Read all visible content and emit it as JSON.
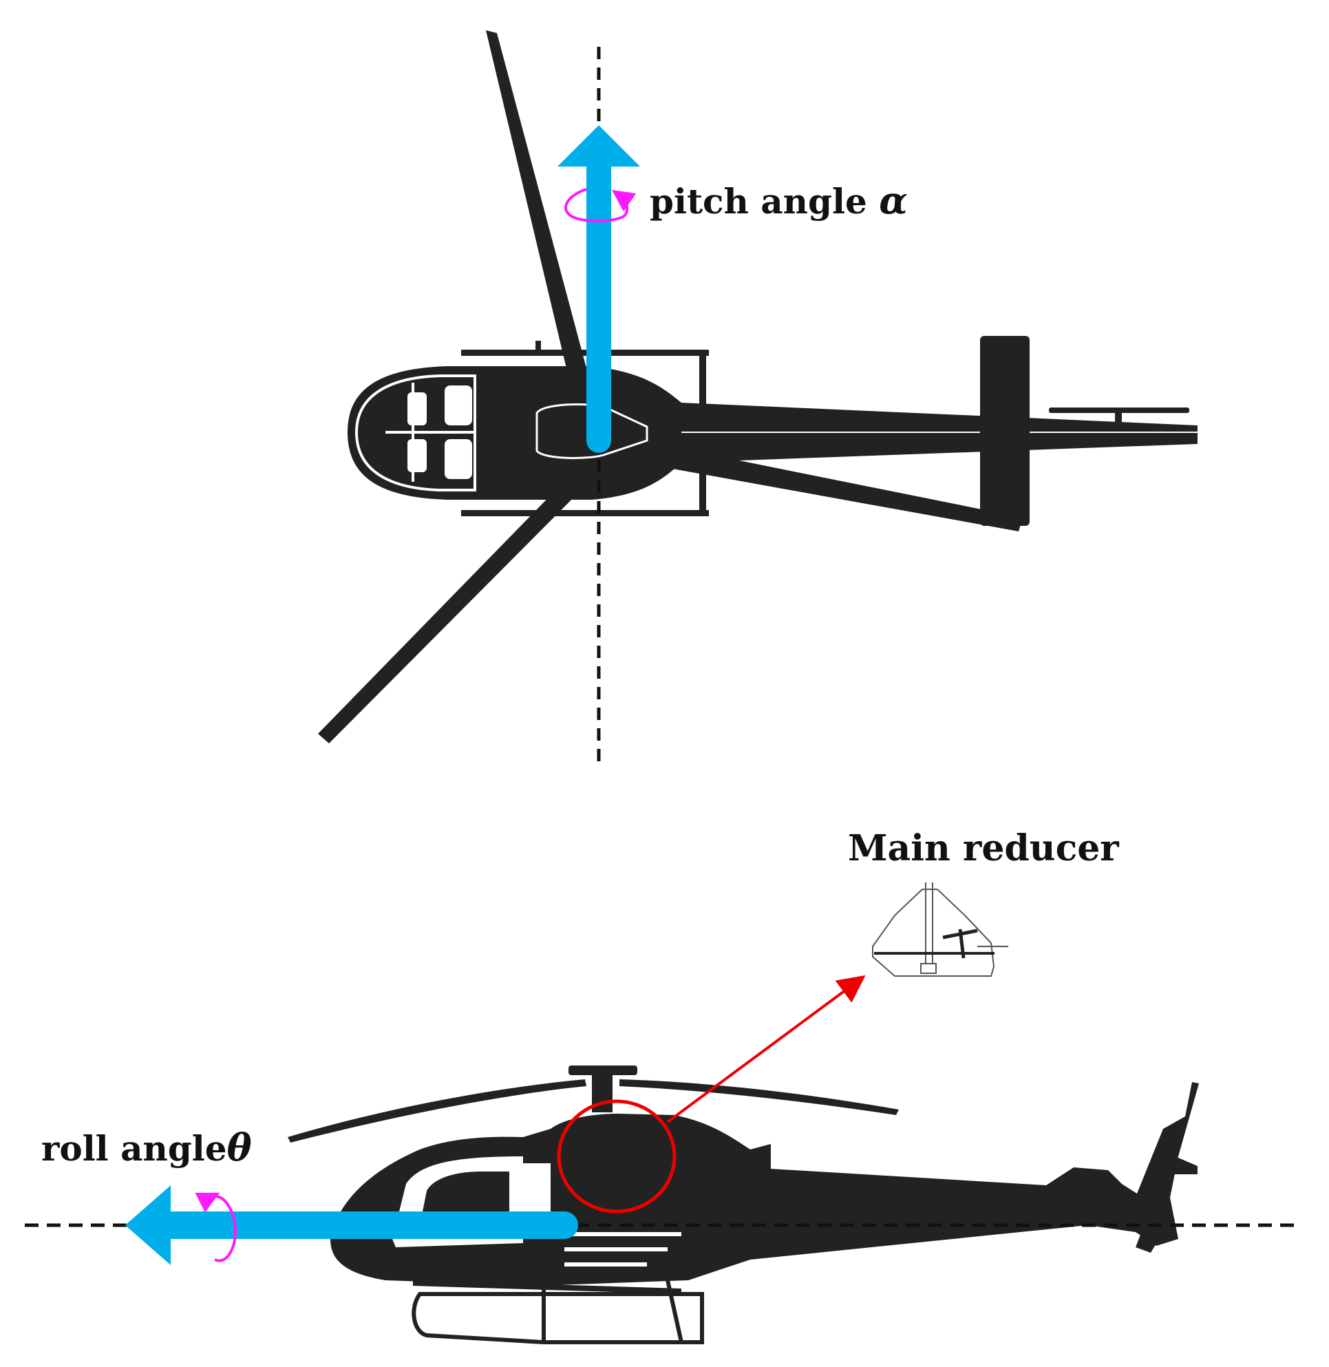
{
  "top_view": {
    "axis_label": "pitch angle ",
    "axis_symbol": "α"
  },
  "side_view": {
    "axis_label": "roll angle",
    "axis_symbol": "θ",
    "callout_label": "Main reducer"
  },
  "colors": {
    "silhouette": "#222222",
    "axis_arrow": "#00aeea",
    "rotation_arrow": "#ff19ff",
    "callout": "#ee0000",
    "dashed_axis": "#111111"
  }
}
